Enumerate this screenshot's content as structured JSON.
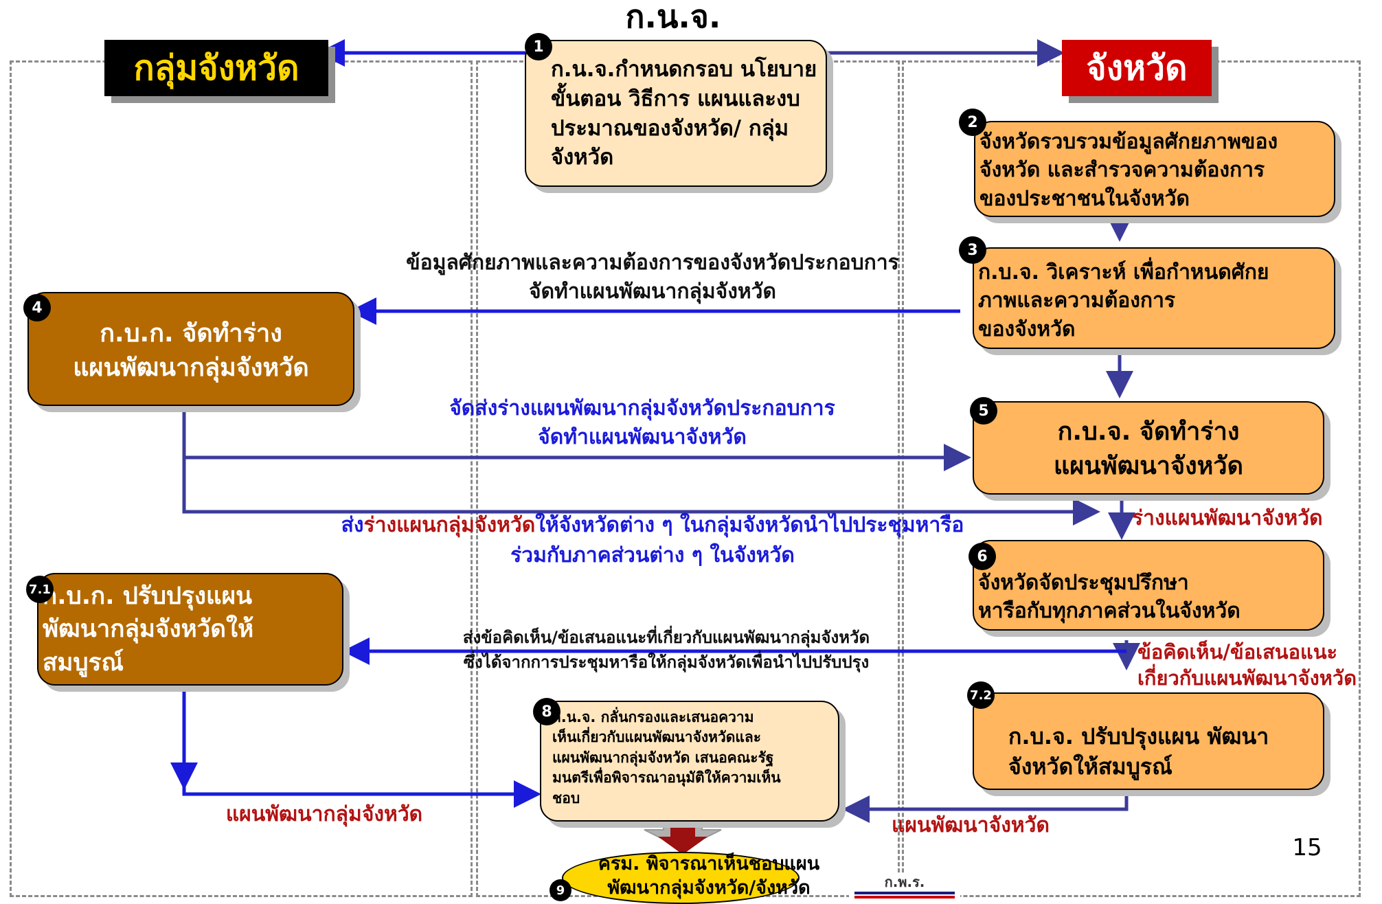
{
  "title": "ก.น.จ.",
  "headers": {
    "left": "กลุ่มจังหวัด",
    "right": "จังหวัด"
  },
  "steps": {
    "s1": {
      "num": "1",
      "text": "ก.น.จ.กำหนดกรอบ นโยบาย\nขั้นตอน วิธีการ แผนและงบ\nประมาณของจังหวัด/ กลุ่ม\nจังหวัด"
    },
    "s2": {
      "num": "2",
      "text": "จังหวัดรวบรวมข้อมูลศักยภาพของ\nจังหวัด และสำรวจความต้องการ\nของประชาชนในจังหวัด"
    },
    "s3": {
      "num": "3",
      "text": "ก.บ.จ. วิเคราะห์ เพื่อกำหนดศักย\nภาพและความต้องการ\nของจังหวัด"
    },
    "s4": {
      "num": "4",
      "text": "ก.บ.ก. จัดทำร่าง\nแผนพัฒนากลุ่มจังหวัด"
    },
    "s5": {
      "num": "5",
      "text": "ก.บ.จ. จัดทำร่าง\nแผนพัฒนาจังหวัด"
    },
    "s6": {
      "num": "6",
      "text": "จังหวัดจัดประชุมปรึกษา\nหารือกับทุกภาคส่วนในจังหวัด"
    },
    "s71": {
      "num": "7.1",
      "text": "ก.บ.ก. ปรับปรุงแผน\nพัฒนากลุ่มจังหวัดให้\nสมบูรณ์"
    },
    "s72": {
      "num": "7.2",
      "text": "ก.บ.จ. ปรับปรุงแผน พัฒนา\nจังหวัดให้สมบูรณ์"
    },
    "s8": {
      "num": "8",
      "text": "ก.น.จ. กลั่นกรองและเสนอความ\nเห็นเกี่ยวกับแผนพัฒนาจังหวัดและ\nแผนพัฒนากลุ่มจังหวัด เสนอคณะรัฐ\nมนตรีเพื่อพิจารณาอนุมัติให้ความเห็น\nชอบ"
    },
    "s9": {
      "num": "9",
      "text": "ครม. พิจารณาเห็นชอบแผน\nพัฒนากลุ่มจังหวัด/จังหวัด"
    }
  },
  "labels": {
    "info": "ข้อมูลศักยภาพและความต้องการของจังหวัดประกอบการ\nจัดทำแผนพัฒนากลุ่มจังหวัด",
    "send_draft": "จัดส่งร่างแผนพัฒนากลุ่มจังหวัดประกอบการ\nจัดทำแผนพัฒนาจังหวัด",
    "send_group_a": "ส่ง",
    "send_group_b": "ร่างแผนกลุ่มจังหวัด",
    "send_group_c": "ให้จังหวัดต่าง ๆ ในกลุ่มจังหวัดนำไปประชุมหารือ",
    "send_group_d": "ร่วมกับภาคส่วนต่าง ๆ ในจังหวัด",
    "draft_province": "ร่างแผนพัฒนาจังหวัด",
    "comments_group": "ส่งข้อคิดเห็น/ข้อเสนอแนะที่เกี่ยวกับแผนพัฒนากลุ่มจังหวัด\nซึ่งได้จากการประชุมหารือให้กลุ่มจังหวัดเพื่อนำไปปรับปรุง",
    "comments_province": "ข้อคิดเห็น/ข้อเสนอแนะ\nเกี่ยวกับแผนพัฒนาจังหวัด",
    "plan_group": "แผนพัฒนากลุ่มจังหวัด",
    "plan_province": "แผนพัฒนาจังหวัด"
  },
  "page_number": "15",
  "logo_text": "ก.พ.ร.",
  "colors": {
    "flow_blue": "#1A1ADB",
    "flow_navy": "#3B3B9A",
    "orange": "#FFB65E",
    "brown": "#B46A00",
    "cream": "#FFE6BE",
    "red": "#B31212"
  }
}
